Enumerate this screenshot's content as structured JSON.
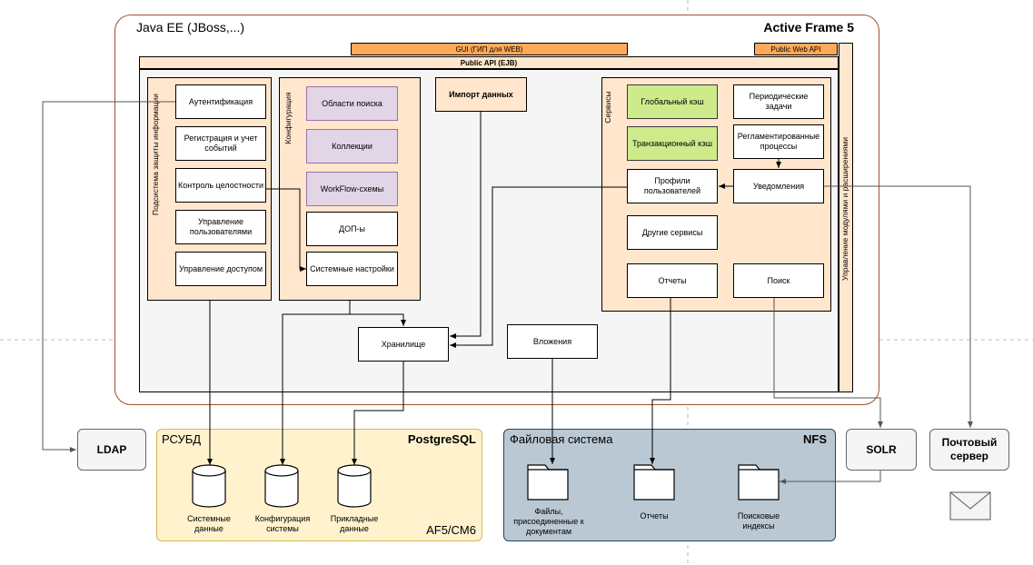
{
  "container": {
    "title": "Java EE (JBoss,...)",
    "brand": "Active Frame 5"
  },
  "bars": {
    "gui": "GUI (ГИП для WEB)",
    "public_web_api": "Public Web API",
    "public_api": "Public API (EJB)",
    "modules": "Управление модулями и расширениями"
  },
  "security": {
    "label": "Подсистема защиты информации",
    "items": [
      "Аутентификация",
      "Регистрация и учет событий",
      "Контроль целостности",
      "Управление пользователями",
      "Управление доступом"
    ]
  },
  "config": {
    "label": "Конфигурация",
    "items": [
      "Области поиска",
      "Коллекции",
      "WorkFlow-схемы",
      "ДОП-ы",
      "Системные настройки"
    ]
  },
  "import": "Импорт данных",
  "services": {
    "label": "Сервисы",
    "global_cache": "Глобальный кэш",
    "trans_cache": "Транзакционный кэш",
    "periodic": "Периодические задачи",
    "reglament": "Регламентированные процессы",
    "profiles": "Профили пользователей",
    "notify": "Уведомления",
    "other": "Другие сервисы",
    "reports": "Отчеты",
    "search": "Поиск"
  },
  "storage": "Хранилище",
  "attachments": "Вложения",
  "ldap": "LDAP",
  "db": {
    "title": "РСУБД",
    "brand": "PostgreSQL",
    "footer": "AF5/CM6",
    "items": [
      "Системные данные",
      "Конфигурация системы",
      "Прикладные данные"
    ]
  },
  "fs": {
    "title": "Файловая система",
    "brand": "NFS",
    "items": [
      "Файлы, присоединенные к документам",
      "Отчеты",
      "Поисковые индексы"
    ]
  },
  "solr": "SOLR",
  "mail": "Почтовый сервер",
  "colors": {
    "container_border": "#a0522d",
    "peach": "#ffe6cc",
    "orange": "#ffa95a",
    "purple": "#e1d5e7",
    "green": "#cdeb8b",
    "db_bg": "#fff2cc",
    "fs_bg": "#bac8d3"
  }
}
